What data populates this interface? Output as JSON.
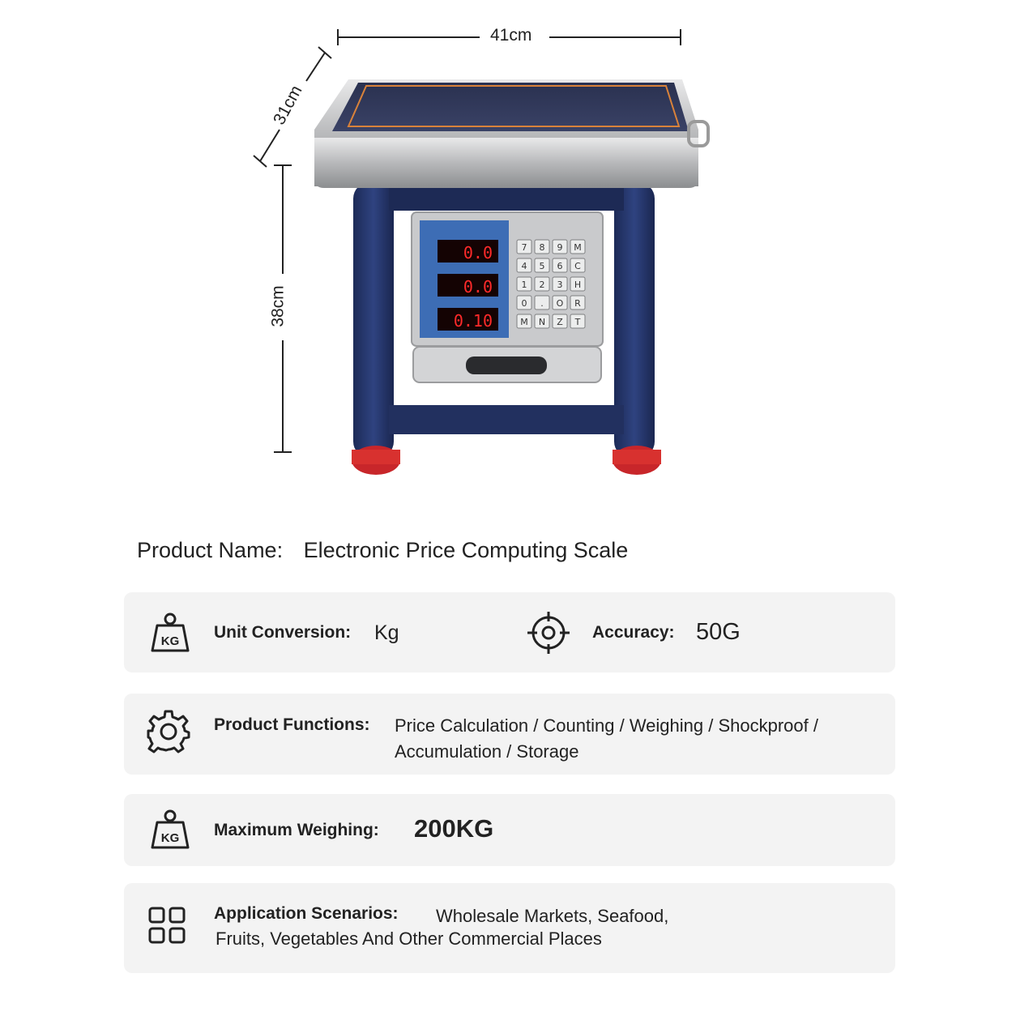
{
  "dimensions": {
    "width": "41cm",
    "depth": "31cm",
    "height": "38cm"
  },
  "display": {
    "row1": "0.0",
    "row2": "0.0",
    "row3": "0.10"
  },
  "keypad": [
    "7",
    "8",
    "9",
    "M",
    "4",
    "5",
    "6",
    "C",
    "1",
    "2",
    "3",
    "H",
    "0",
    ".",
    "O",
    "R",
    "M",
    "N",
    "Z",
    "T"
  ],
  "product": {
    "name_label": "Product Name:",
    "name_value": "Electronic Price Computing Scale"
  },
  "specs": {
    "unit_label": "Unit Conversion:",
    "unit_value": "Kg",
    "accuracy_label": "Accuracy:",
    "accuracy_value": "50G",
    "functions_label": "Product Functions:",
    "functions_line1": "Price Calculation / Counting / Weighing / Shockproof /",
    "functions_line2": "Accumulation / Storage",
    "max_label": "Maximum Weighing:",
    "max_value": "200KG",
    "scenarios_label": "Application Scenarios:",
    "scenarios_line1": "Wholesale Markets, Seafood,",
    "scenarios_line2": "Fruits, Vegetables And Other Commercial Places",
    "kg_badge": "KG"
  },
  "icons": [
    "kg-weight-icon",
    "crosshair-icon",
    "gear-icon",
    "grid-icon"
  ]
}
